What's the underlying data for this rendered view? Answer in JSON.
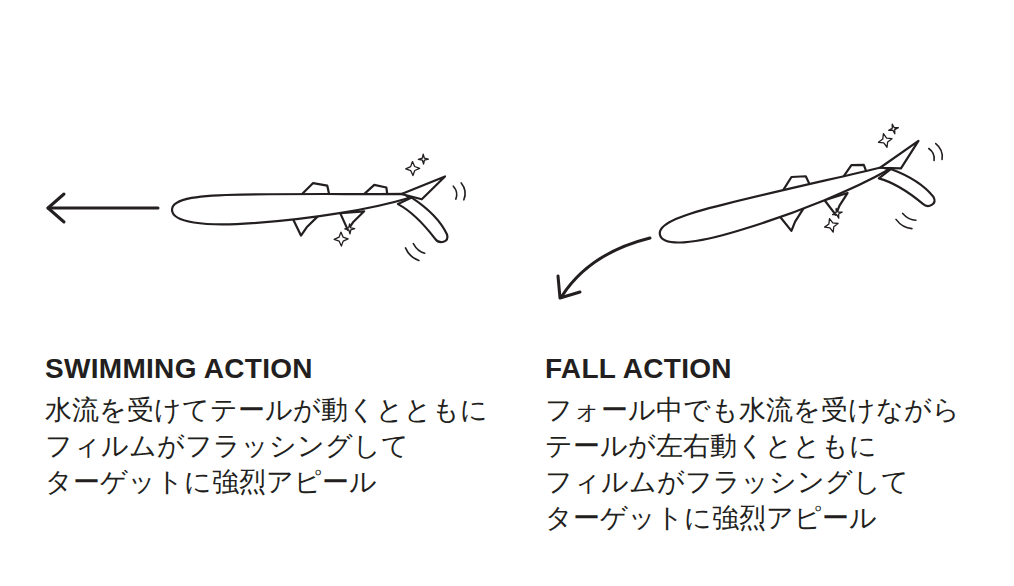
{
  "diagram": {
    "labels": [
      "SWIMMING ACTION",
      "水流を受けてテールが動くとともに フィルムがフラッシングして ターゲットに強烈アピール",
      "FALL ACTION",
      "フォール中でも水流を受けながら テールが左右動くとともに フィルムがフラッシングして ターゲットに強烈アピール"
    ]
  }
}
